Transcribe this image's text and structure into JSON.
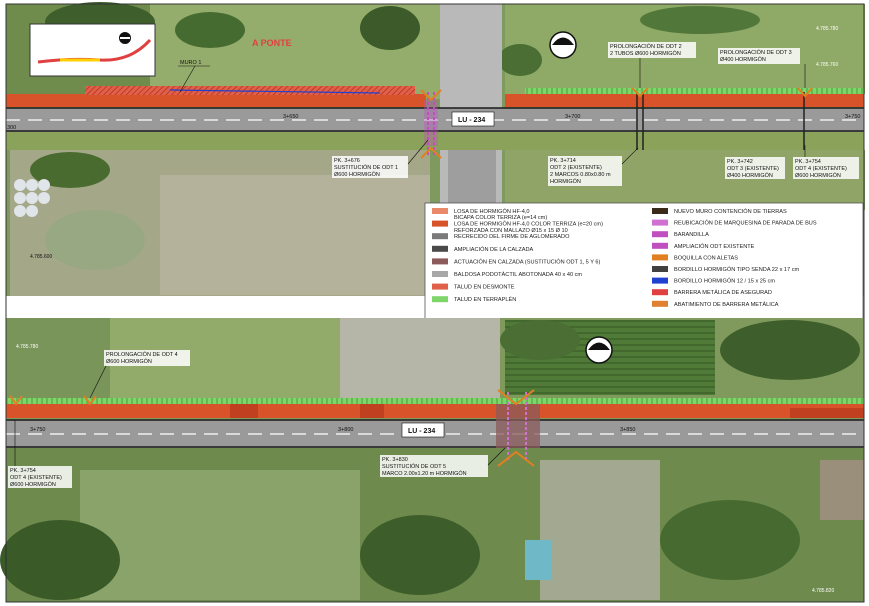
{
  "place": "A PONTE",
  "road": "LU - 234",
  "top_panel": {
    "wall_label": "MURO 1",
    "pk_top": [
      "3+650",
      "3+700",
      "3+750"
    ],
    "left_edge_pk": "300",
    "callouts_above": [
      {
        "lines": [
          "PROLONGACIÓN DE ODT 2",
          "2 TUBOS Ø600 HORMIGÓN"
        ]
      },
      {
        "lines": [
          "PROLONGACIÓN DE ODT 3",
          "Ø400 HORMIGÓN"
        ]
      }
    ],
    "callouts_below": [
      {
        "lines": [
          "PK. 3+676",
          "SUSTITUCIÓN DE ODT 1",
          "Ø600 HORMIGÓN"
        ]
      },
      {
        "lines": [
          "PK. 3+714",
          "ODT 2 (EXISTENTE)",
          "2 MARCOS 0.80x0.80 m",
          "HORMIGÓN"
        ]
      },
      {
        "lines": [
          "PK. 3+742",
          "ODT 3 (EXISTENTE)",
          "Ø400 HORMIGÓN"
        ]
      },
      {
        "lines": [
          "PK. 3+754",
          "ODT 4 (EXISTENTE)",
          "Ø600 HORMIGÓN"
        ]
      }
    ],
    "coords": [
      "4.785.780",
      "4.785.760",
      "4.785.600"
    ]
  },
  "bottom_panel": {
    "pk": [
      "3+750",
      "3+800",
      "3+850"
    ],
    "callout_above": {
      "lines": [
        "PROLONGACIÓN DE ODT 4",
        "Ø600 HORMIGÓN"
      ]
    },
    "callouts_below": [
      {
        "lines": [
          "PK. 3+754",
          "ODT 4 (EXISTENTE)",
          "Ø600 HORMIGÓN"
        ]
      },
      {
        "lines": [
          "PK. 3+830",
          "SUSTITUCIÓN DE ODT 5",
          "MARCO 2.00x1.20 m HORMIGÓN"
        ]
      }
    ],
    "coords": [
      "4.785.780",
      "4.785.820"
    ]
  },
  "legend": {
    "left": [
      {
        "swatch": "#e9896a",
        "lines": [
          "LOSA DE HORMIGÓN HF-4,0",
          "BICAPA COLOR TERRIZA (e=14 cm)"
        ]
      },
      {
        "swatch": "#d9532a",
        "lines": [
          "LOSA DE HORMIGÓN HF-4,0 COLOR TERRIZA (e=20 cm)",
          "REFORZADA CON MALLAZO Ø15 x 15 Ø 10"
        ]
      },
      {
        "swatch": "#7a7a7a",
        "lines": [
          "RECRECIDO DEL FIRME DE AGLOMERADO"
        ]
      },
      {
        "swatch": "#4a4a4a",
        "lines": [
          "AMPLIACIÓN DE LA CALZADA"
        ]
      },
      {
        "swatch": "#8b5a5a",
        "lines": [
          "ACTUACIÓN EN CALZADA (SUSTITUCIÓN ODT 1, 5 Y 6)"
        ]
      },
      {
        "swatch": "#a8a8a8",
        "lines": [
          "BALDOSA PODOTÁCTIL ABOTONADA 40 x 40 cm"
        ]
      },
      {
        "swatch": "#e0604a",
        "lines": [
          "TALUD EN DESMONTE"
        ]
      },
      {
        "swatch": "#7fd46a",
        "lines": [
          "TALUD EN TERRAPLÉN"
        ]
      }
    ],
    "right": [
      {
        "swatch": "#3a2a1a",
        "lines": [
          "NUEVO MURO CONTENCIÓN DE TIERRAS"
        ]
      },
      {
        "swatch": "#d070d0",
        "lines": [
          "REUBICACIÓN DE MARQUESINA DE PARADA DE BUS"
        ]
      },
      {
        "swatch": "#c050c0",
        "lines": [
          "BARANDILLA"
        ]
      },
      {
        "swatch": "#c050c0",
        "lines": [
          "AMPLIACIÓN ODT EXISTENTE"
        ]
      },
      {
        "swatch": "#e08020",
        "lines": [
          "BOQUILLA CON ALETAS"
        ]
      },
      {
        "swatch": "#404040",
        "lines": [
          "BORDILLO HORMIGÓN TIPO SENDA 22 x 17 cm"
        ]
      },
      {
        "swatch": "#2040d0",
        "lines": [
          "BORDILLO HORMIGÓN 12 / 15 x 25 cm"
        ]
      },
      {
        "swatch": "#e04040",
        "lines": [
          "BARRERA METÁLICA DE ASEGURAD"
        ]
      },
      {
        "swatch": "#e08030",
        "lines": [
          "ABATIMIENTO DE BARRERA METÁLICA"
        ]
      }
    ]
  }
}
